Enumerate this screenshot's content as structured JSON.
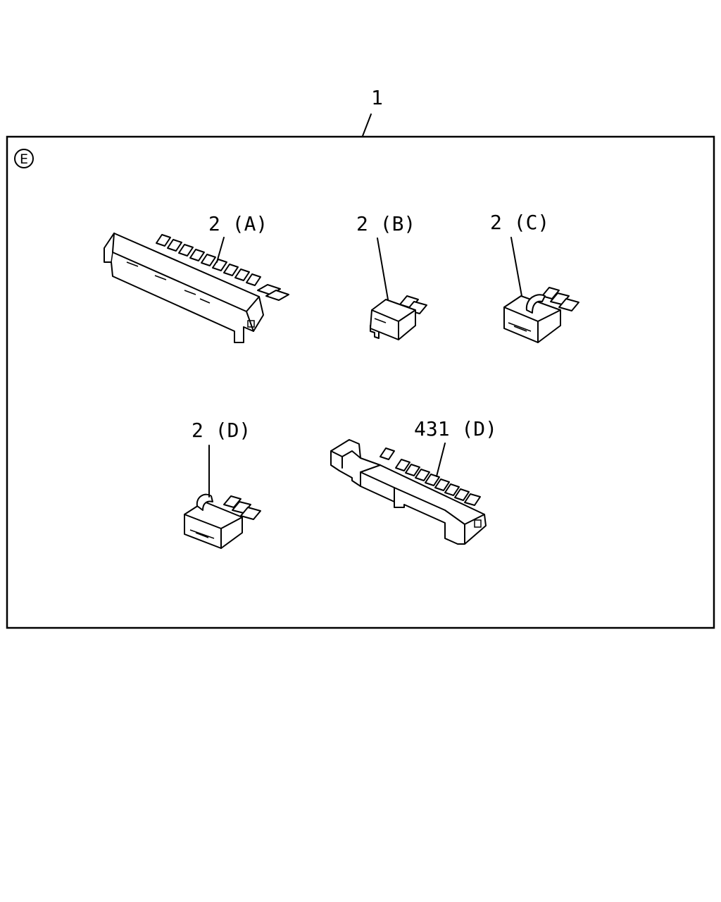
{
  "assembly": {
    "callout": "1"
  },
  "view": {
    "letter": "E"
  },
  "parts": [
    {
      "id": "connector-a",
      "label": "2 (A)"
    },
    {
      "id": "connector-b",
      "label": "2 (B)"
    },
    {
      "id": "connector-c",
      "label": "2 (C)"
    },
    {
      "id": "connector-d",
      "label": "2 (D)"
    },
    {
      "id": "connector-431d",
      "label": "431 (D)"
    }
  ]
}
